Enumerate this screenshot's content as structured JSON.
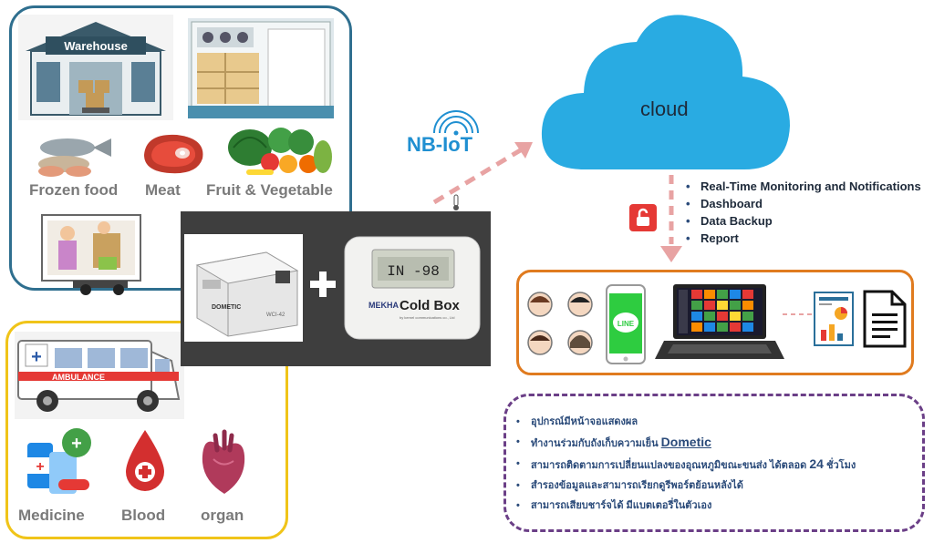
{
  "food_panel": {
    "warehouse_sign": "Warehouse",
    "labels": [
      "Frozen food",
      "Meat",
      "Fruit & Vegetable"
    ]
  },
  "medical_panel": {
    "ambulance_sign": "AMBULANCE",
    "labels": [
      "Medicine",
      "Blood",
      "organ"
    ]
  },
  "device": {
    "cooler_brand": "DOMETIC",
    "cooler_model": "WCI-42",
    "lcd_reading": "IN -98",
    "brand_logo": "MEKHA",
    "product_name": "Cold Box",
    "product_sub": "by kernel communications co., Ltd"
  },
  "connectivity": {
    "label": "NB-IoT"
  },
  "cloud": {
    "label": "cloud",
    "features": [
      "Real-Time Monitoring and Notifications",
      "Dashboard",
      "Data Backup",
      "Report"
    ]
  },
  "apps_panel": {
    "line_label": "LINE"
  },
  "notes": {
    "items": [
      "อุปกรณ์มีหน้าจอแสดงผล",
      "ทำงานร่วมกับถังเก็บความเย็น",
      "สามารถติดตามการเปลี่ยนแปลงของอุณหภูมิขณะขนส่ง ได้ตลอด",
      "สำรองข้อมูลและสามารถเรียกดูรีพอร์ตย้อนหลังได้",
      "สามารถเสียบชาร์จได้ มีแบตเตอรี่ในตัวเอง"
    ],
    "item2_highlight": "Dometic",
    "item3_highlight": "24",
    "item3_tail": "ชั่วโมง"
  },
  "colors": {
    "food_border": "#2f6f8f",
    "medical_border": "#f0c419",
    "apps_border": "#e07b1f",
    "notes_border": "#6b3f87",
    "cloud_fill": "#29abe2",
    "arrow": "#e8a3a3",
    "nbiot_text": "#1f8fd1"
  }
}
